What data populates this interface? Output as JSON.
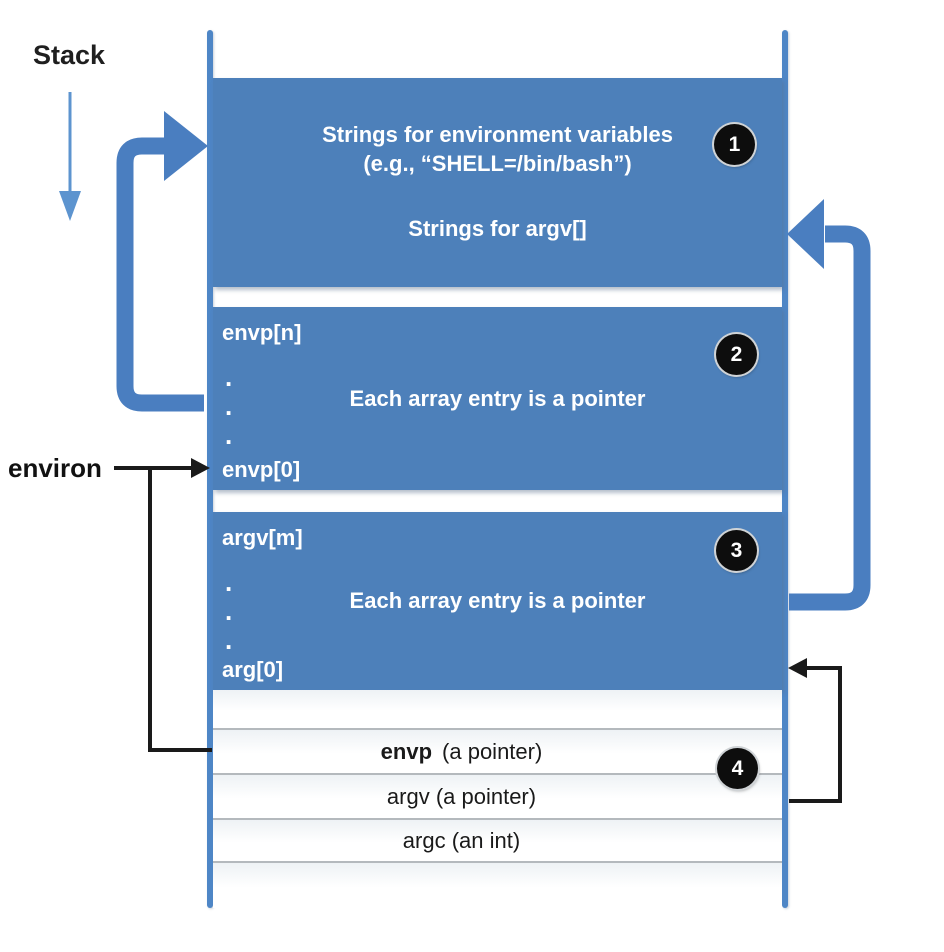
{
  "stack_label": "Stack",
  "environ_label": "environ",
  "box1": {
    "badge": "1",
    "line1": "Strings for environment variables",
    "line2": "(e.g., “SHELL=/bin/bash”)",
    "line3": "Strings for argv[]"
  },
  "box2": {
    "badge": "2",
    "top_label": "envp[n]",
    "dots": [
      ".",
      ".",
      "."
    ],
    "bottom_label": "envp[0]",
    "center": "Each array entry is a pointer"
  },
  "box3": {
    "badge": "3",
    "top_label": "argv[m]",
    "dots": [
      ".",
      ".",
      "."
    ],
    "bottom_label": "arg[0]",
    "center": "Each array entry is a pointer"
  },
  "rows": {
    "badge": "4",
    "r0": "",
    "envp_bold": "envp",
    "envp_rest": "(a pointer)",
    "argv": "argv (a pointer)",
    "argc": "argc (an int)",
    "r4": ""
  },
  "colors": {
    "box_blue": "#4d80ba",
    "boundary_line_blue": "#4e86c6",
    "loop_arrow_blue": "#4a7ec0",
    "stack_arrow_blue": "#5d94cf",
    "connector_black": "#1a1a1a",
    "separator_gray": "#b4b9bd",
    "badge_black": "#0d0d0d",
    "text_white": "#ffffff"
  }
}
